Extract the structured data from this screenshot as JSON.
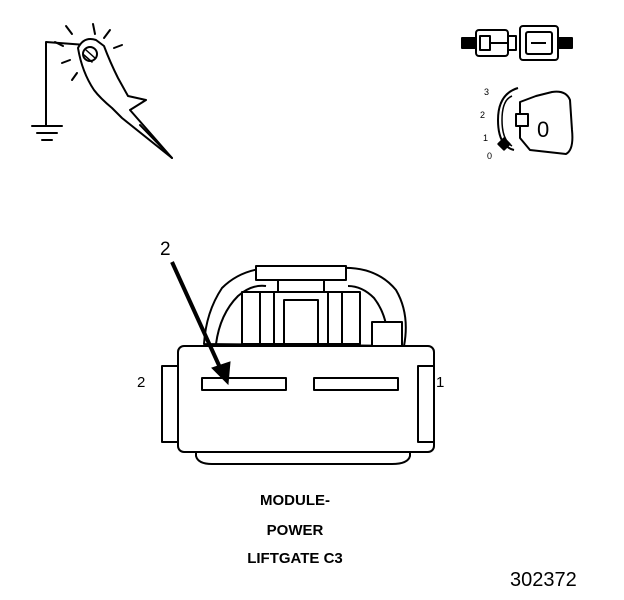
{
  "connector": {
    "title_lines": [
      "MODULE-",
      "POWER",
      "LIFTGATE C3"
    ],
    "pin_left_label": "2",
    "pin_right_label": "1",
    "callout_label": "2"
  },
  "figure_number": "302372",
  "ignition_key": {
    "positions": [
      "3",
      "2",
      "1",
      "0"
    ],
    "key_letter": "0"
  },
  "icons": {
    "top_left": "probe-to-ground-icon",
    "top_right_connector": "disconnected-connector-icon",
    "top_right_key": "ignition-key-icon"
  },
  "colors": {
    "line": "#000000",
    "background": "#ffffff"
  }
}
